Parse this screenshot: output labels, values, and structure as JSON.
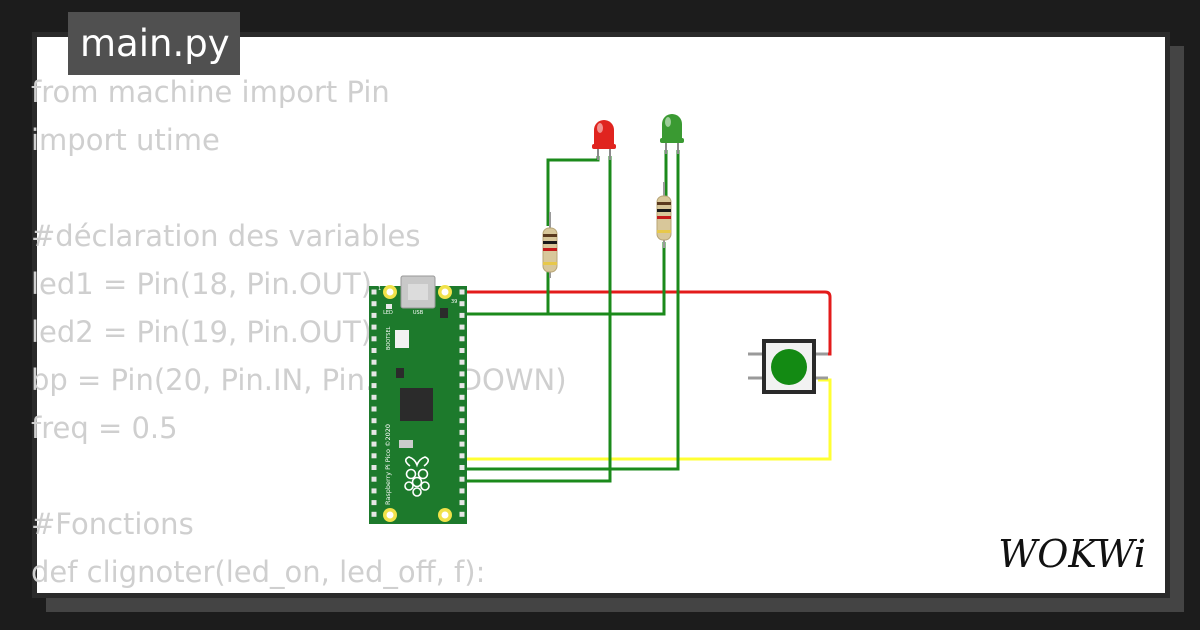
{
  "tab": {
    "filename": "main.py"
  },
  "code": {
    "lines": [
      "from machine import Pin",
      "import utime",
      "",
      "#déclaration des variables",
      "led1 = Pin(18, Pin.OUT)",
      "led2 = Pin(19, Pin.OUT)",
      "bp = Pin(20, Pin.IN, Pin.PULL_DOWN)",
      "freq = 0.5",
      "",
      "#Fonctions",
      "def clignoter(led_on, led_off, f):"
    ]
  },
  "board": {
    "name": "Raspberry Pi Pico ©2020",
    "usb_label": "USB",
    "led_label": "LED",
    "bootsel_label": "BOOTSEL",
    "pin_label_1": "1",
    "pin_label_39": "39"
  },
  "logo": {
    "text": "WOKWi"
  },
  "colors": {
    "wire_red": "#e31b1b",
    "wire_green": "#1b8a1b",
    "wire_yellow": "#ffff33",
    "led_red": "#e0241f",
    "led_green": "#3a9a32",
    "board_green": "#1d7a2c",
    "button_cap": "#138a13"
  }
}
